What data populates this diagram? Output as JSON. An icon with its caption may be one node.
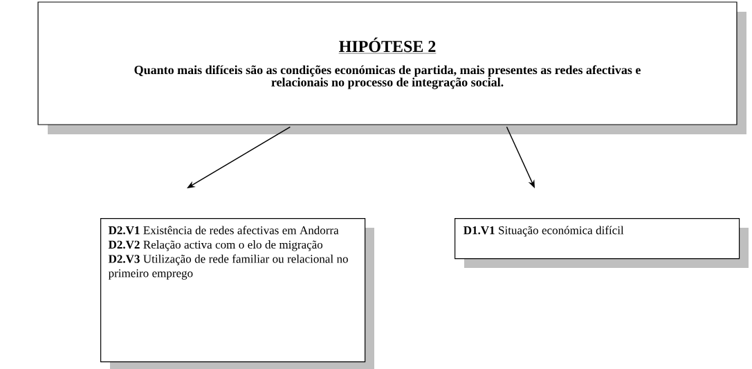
{
  "diagram": {
    "nodes": [
      {
        "text": [
          "HIPÓTESE 2",
          "Quanto mais difíceis são as condições económicas de partida, mais presentes as redes afectivas e relacionais no processo de integração social."
        ]
      },
      {
        "text": [
          "**D2.V1** Existência de redes afectivas em Andorra",
          "**D2.V2** Relação activa com o elo de migração",
          "**D2.V3** Utilização de rede familiar ou relacional no primeiro emprego"
        ]
      },
      {
        "text": [
          "**D1.V1** Situação económica difícil"
        ]
      }
    ],
    "edges": [
      {
        "from": 0,
        "to": 1,
        "arrow": "to"
      },
      {
        "from": 0,
        "to": 2,
        "arrow": "to"
      }
    ]
  }
}
